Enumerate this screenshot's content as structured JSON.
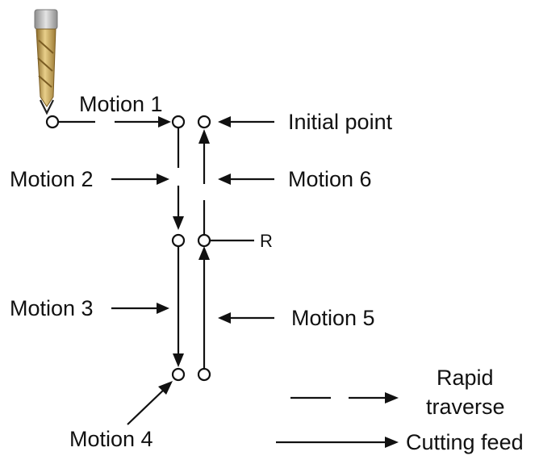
{
  "diagram": {
    "labels": {
      "motion_1": "Motion 1",
      "motion_2": "Motion 2",
      "motion_3": "Motion 3",
      "motion_4": "Motion 4",
      "motion_5": "Motion 5",
      "motion_6": "Motion 6",
      "initial_point": "Initial point",
      "r_point": "R"
    },
    "legend": {
      "rapid_line1": "Rapid",
      "rapid_line2": "traverse",
      "cutting": "Cutting feed"
    },
    "colors": {
      "line": "#111111",
      "tool_gold": "#c9a24a",
      "tool_steel": "#b8b8b8"
    },
    "icons": {
      "tool": "drill-bit-icon"
    }
  }
}
